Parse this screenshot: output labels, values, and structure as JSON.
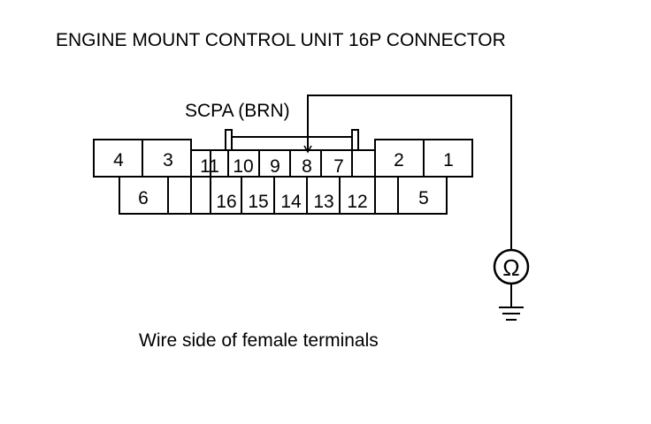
{
  "title": "ENGINE MOUNT CONTROL UNIT 16P CONNECTOR",
  "caption": "Wire side of female terminals",
  "wire_label": "SCPA (BRN)",
  "meter_symbol": "Ω",
  "meter_icon": "ohmmeter-icon",
  "ground_icon": "ground-icon",
  "probe_terminal": "8",
  "terminals": {
    "t1": "1",
    "t2": "2",
    "t3": "3",
    "t4": "4",
    "t5": "5",
    "t6": "6",
    "t7": "7",
    "t8": "8",
    "t9": "9",
    "t10": "10",
    "t11": "11",
    "t12": "12",
    "t13": "13",
    "t14": "14",
    "t15": "15",
    "t16": "16"
  }
}
